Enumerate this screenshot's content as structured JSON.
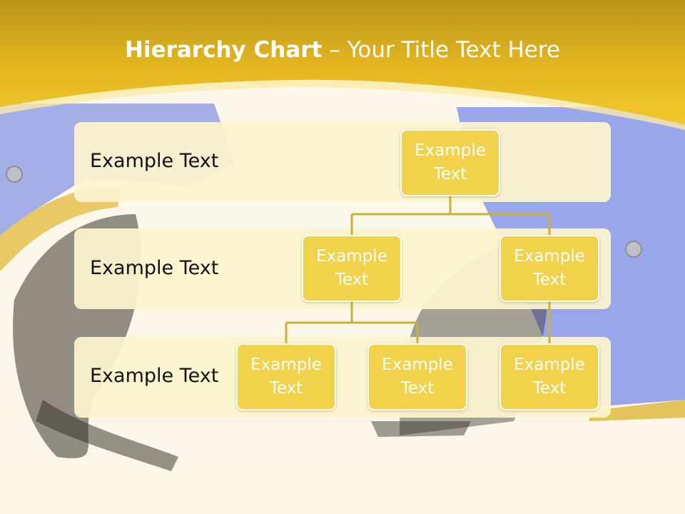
{
  "slide": {
    "title_bold": "Hierarchy Chart",
    "title_rest": " – Your Title Text Here"
  },
  "rows": [
    {
      "label": "Example Text"
    },
    {
      "label": "Example Text"
    },
    {
      "label": "Example Text"
    }
  ],
  "nodes": {
    "root": "Example\nText",
    "level2_left": "Example\nText",
    "level2_right": "Example\nText",
    "level3_a": "Example\nText",
    "level3_b": "Example\nText",
    "level3_c": "Example\nText"
  },
  "colors": {
    "header": "#e7b81e",
    "node_fill": "#f2d24a",
    "connector": "#c9b03a",
    "panel": "#fdf4cd",
    "helmet_blue": "#9aa6ea"
  }
}
